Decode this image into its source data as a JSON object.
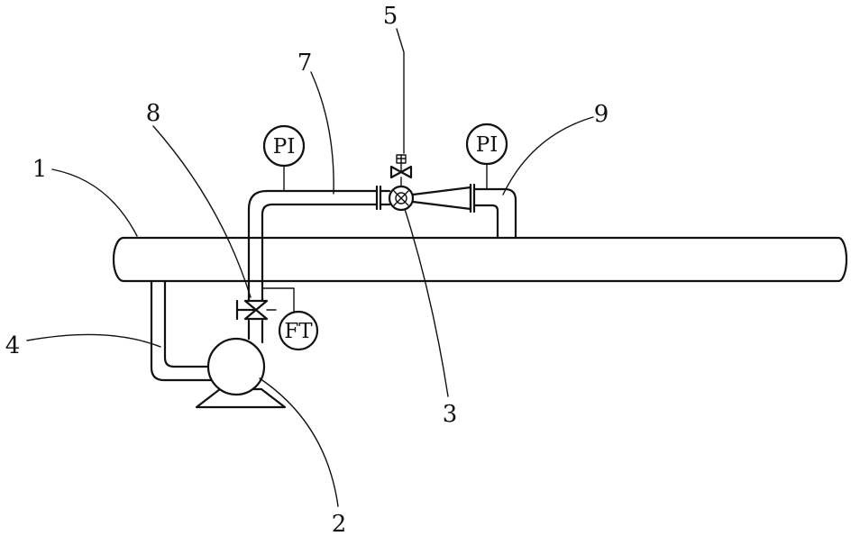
{
  "instruments": {
    "pressure_left": "PI",
    "pressure_right": "PI",
    "flow": "FT"
  },
  "labels": {
    "main_pipe": "1",
    "pump": "2",
    "ejector": "3",
    "suction_line": "4",
    "control_valve": "5",
    "upper_pipe": "7",
    "valve": "8",
    "return_pipe": "9"
  },
  "colors": {
    "line": "#111111",
    "background": "#ffffff"
  }
}
